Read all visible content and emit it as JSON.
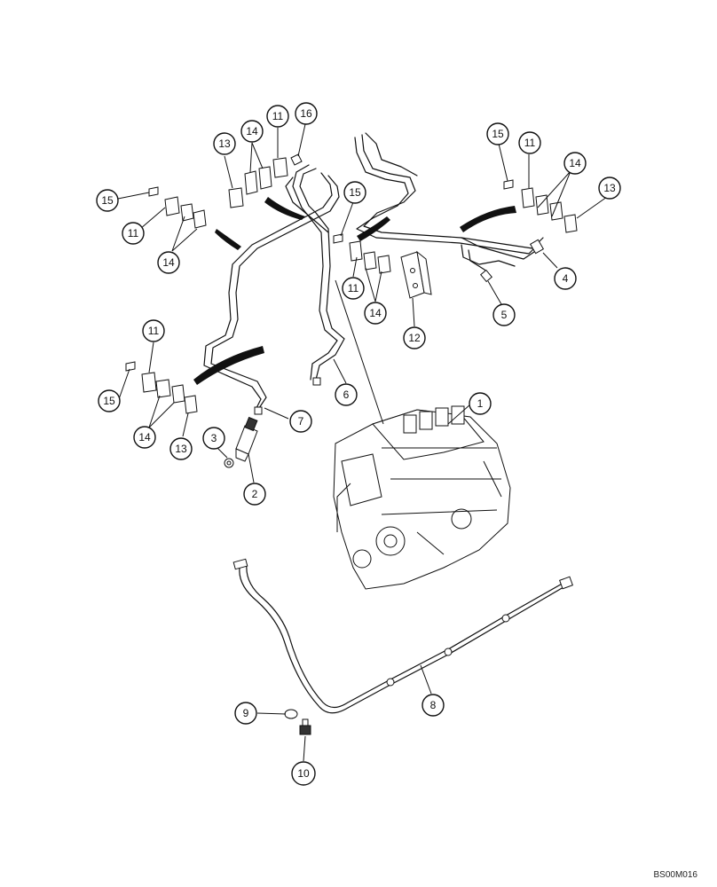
{
  "diagram_code": "BS00M016",
  "callouts": [
    "1",
    "2",
    "3",
    "4",
    "5",
    "6",
    "7",
    "8",
    "9",
    "10",
    "11",
    "11",
    "11",
    "11",
    "12",
    "13",
    "13",
    "13",
    "14",
    "14",
    "14",
    "14",
    "15",
    "15",
    "15",
    "15",
    "16"
  ]
}
